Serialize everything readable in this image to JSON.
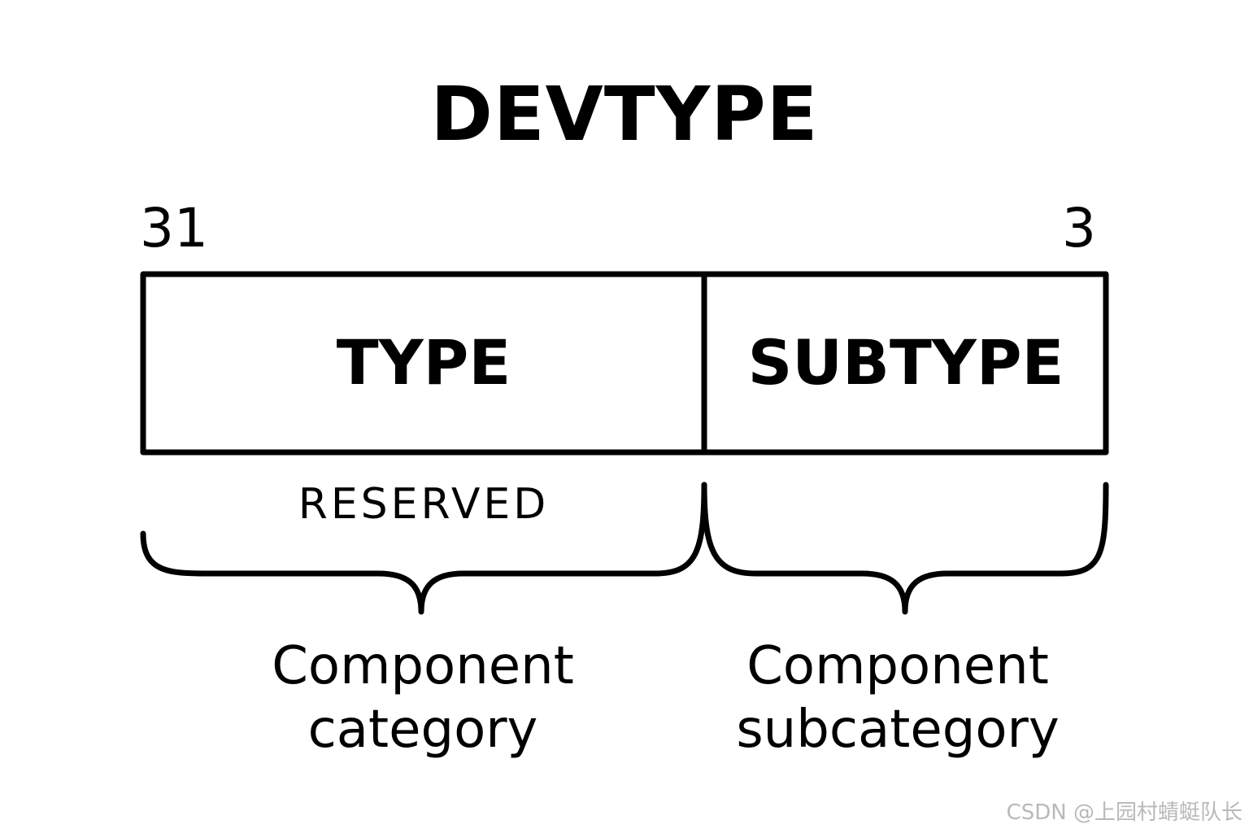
{
  "diagram": {
    "title": "DEVTYPE",
    "bit_high": "31",
    "bit_low": "3",
    "fields": [
      {
        "label": "TYPE"
      },
      {
        "label": "SUBTYPE"
      }
    ],
    "reserved_label": "RESERVED",
    "descriptions": [
      {
        "line1": "Component",
        "line2": "category"
      },
      {
        "line1": "Component",
        "line2": "subcategory"
      }
    ]
  },
  "watermark": "CSDN @上园村蜻蜓队长",
  "colors": {
    "stroke": "#000000",
    "text": "#000000",
    "watermark": "#b9b9b9",
    "background": "#ffffff"
  }
}
